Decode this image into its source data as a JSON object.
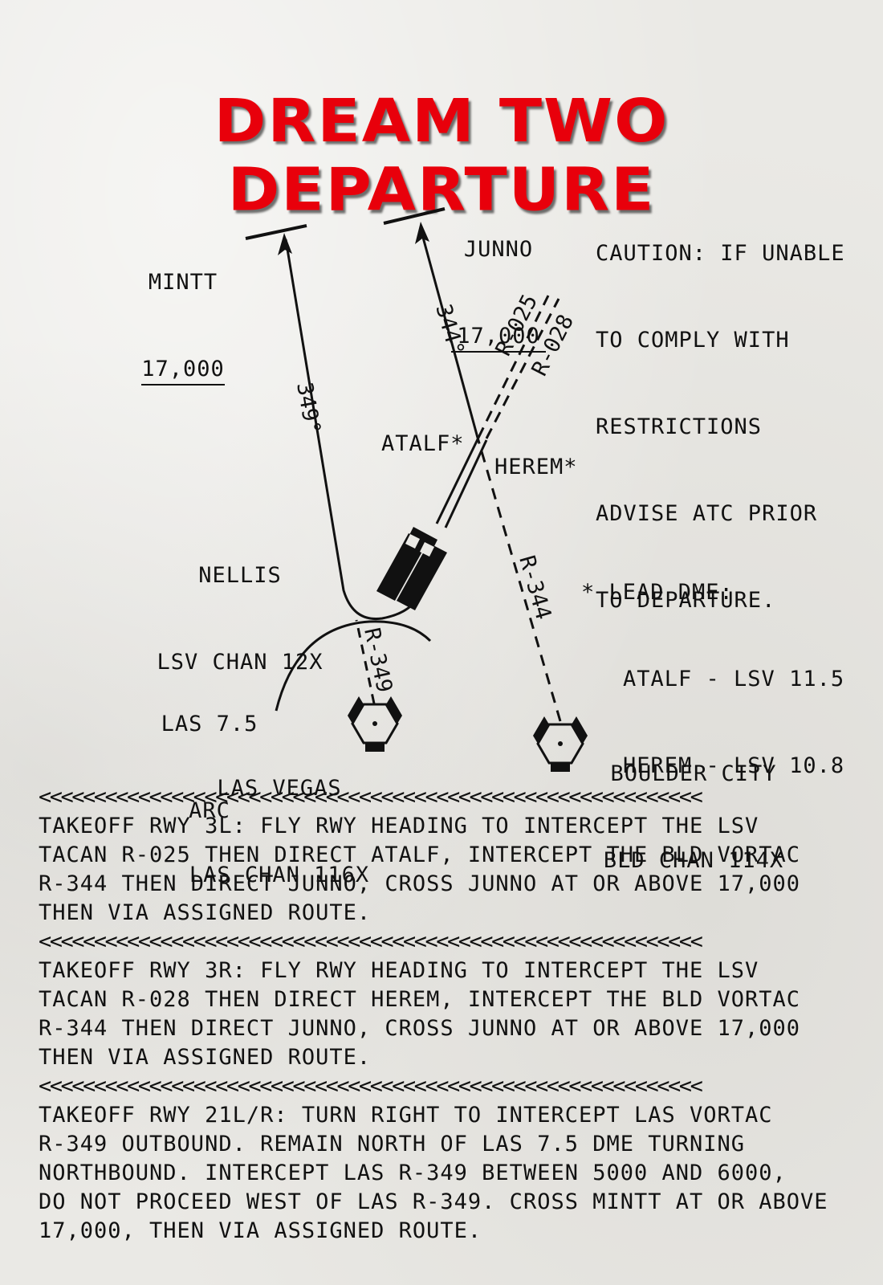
{
  "title": "DREAM TWO DEPARTURE",
  "fixes": {
    "mintt": {
      "name": "MINTT",
      "alt": "17,000"
    },
    "junno": {
      "name": "JUNNO",
      "alt": "17,000"
    },
    "atalf": "ATALF*",
    "herem": "HEREM*"
  },
  "courses": {
    "c349": "349°",
    "c344": "344°",
    "r025": "R-025",
    "r028": "R-028",
    "r344": "R-344",
    "r349": "R-349"
  },
  "caution": [
    "CAUTION: IF UNABLE",
    "TO COMPLY WITH",
    "RESTRICTIONS",
    "ADVISE ATC PRIOR",
    "TO DEPARTURE."
  ],
  "lead_dme": {
    "heading": "* LEAD DME:",
    "atalf": "ATALF - LSV 11.5",
    "herem": "HEREM - LSV 10.8"
  },
  "navaids": {
    "nellis": {
      "name": "NELLIS",
      "chan": "LSV CHAN 12X"
    },
    "las_arc": {
      "line1": "LAS 7.5",
      "line2": "ARC"
    },
    "las_vegas": {
      "name": "LAS VEGAS",
      "chan": "LAS CHAN 116X"
    },
    "boulder": {
      "name": "BOULDER CITY",
      "chan": "BLD CHAN 114X"
    }
  },
  "separator": "<<<<<<<<<<<<<<<<<<<<<<<<<<<<<<<<<<<<<<<<<<<<<<<<<<<<<<<<<<<<",
  "procedures": [
    {
      "lines": [
        "TAKEOFF RWY 3L: FLY RWY HEADING TO INTERCEPT THE LSV",
        "TACAN R-025 THEN DIRECT ATALF, INTERCEPT THE BLD VORTAC",
        "R-344 THEN DIRECT JUNNO, CROSS JUNNO AT OR ABOVE 17,000",
        "THEN VIA ASSIGNED ROUTE."
      ]
    },
    {
      "lines": [
        "TAKEOFF RWY 3R: FLY RWY HEADING TO INTERCEPT THE LSV",
        "TACAN R-028 THEN DIRECT HEREM, INTERCEPT THE BLD VORTAC",
        "R-344 THEN DIRECT JUNNO, CROSS JUNNO AT OR ABOVE 17,000",
        "THEN VIA ASSIGNED ROUTE."
      ]
    },
    {
      "lines": [
        "TAKEOFF RWY 21L/R: TURN RIGHT TO INTERCEPT LAS VORTAC",
        "R-349 OUTBOUND. REMAIN NORTH OF LAS 7.5 DME TURNING",
        "NORTHBOUND. INTERCEPT LAS R-349 BETWEEN 5000 AND 6000,",
        "DO NOT PROCEED WEST OF LAS R-349. CROSS MINTT AT OR ABOVE",
        "17,000, THEN VIA ASSIGNED ROUTE."
      ]
    }
  ]
}
